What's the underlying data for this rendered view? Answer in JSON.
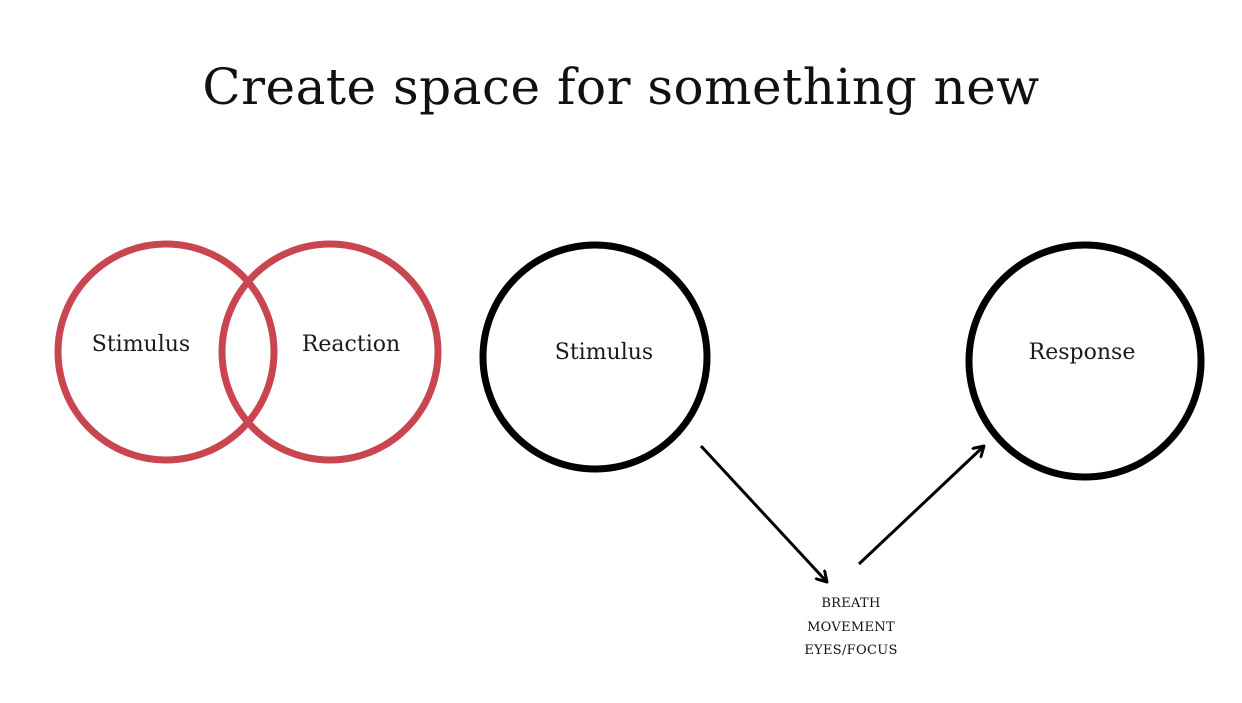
{
  "title": "Create space for something new",
  "colors": {
    "background": "#ffffff",
    "reaction_circles": "#c9454f",
    "response_circles": "#000000",
    "text": "#111111"
  },
  "left_group": {
    "circle_1_label": "Stimulus",
    "circle_2_label": "Reaction"
  },
  "right_group": {
    "stimulus_label": "Stimulus",
    "response_label": "Response",
    "space_items": [
      "BREATH",
      "MOVEMENT",
      "EYES/FOCUS"
    ]
  }
}
